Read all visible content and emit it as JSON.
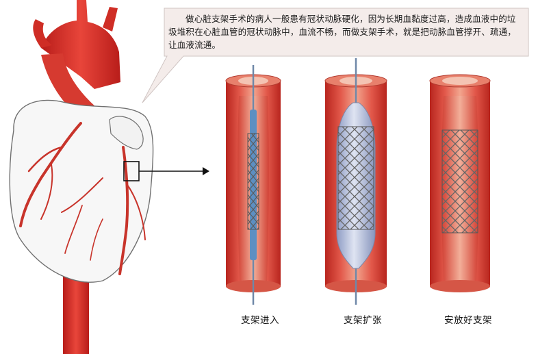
{
  "description_box": {
    "text": "做心脏支架手术的病人一般患有冠状动脉硬化，因为长期血黏度过高，造成血液中的垃圾堆积在心脏血管的冠状动脉中，血流不畅，而做支架手术，就是把动脉血管撑开、疏通，让血液流通。"
  },
  "stages": [
    {
      "label": "支架进入"
    },
    {
      "label": "支架扩张"
    },
    {
      "label": "安放好支架"
    }
  ],
  "colors": {
    "artery_red": "#d9322b",
    "vessel_wall": "#e06a55",
    "vessel_inner": "#f0a38c",
    "catheter_blue": "#5d8fc2",
    "balloon": "#b9c3de",
    "callout_bg": "#f3ebea",
    "heart_outline": "#7a7a7a"
  }
}
